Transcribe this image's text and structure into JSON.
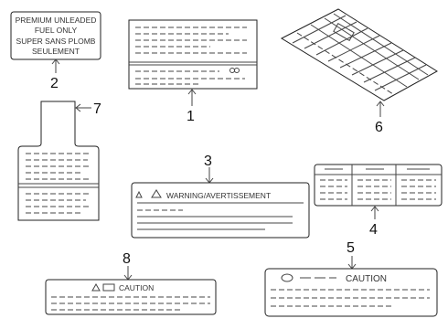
{
  "callouts": [
    "1",
    "2",
    "3",
    "4",
    "5",
    "6",
    "7",
    "8"
  ],
  "label2": {
    "lines": [
      "PREMIUM UNLEADED",
      "FUEL ONLY",
      "SUPER SANS PLOMB",
      "SEULEMENT"
    ]
  },
  "label3": {
    "heading": "WARNING/AVERTISSEMENT"
  },
  "label5": {
    "heading": "CAUTION"
  },
  "label8": {
    "heading": "CAUTION"
  }
}
